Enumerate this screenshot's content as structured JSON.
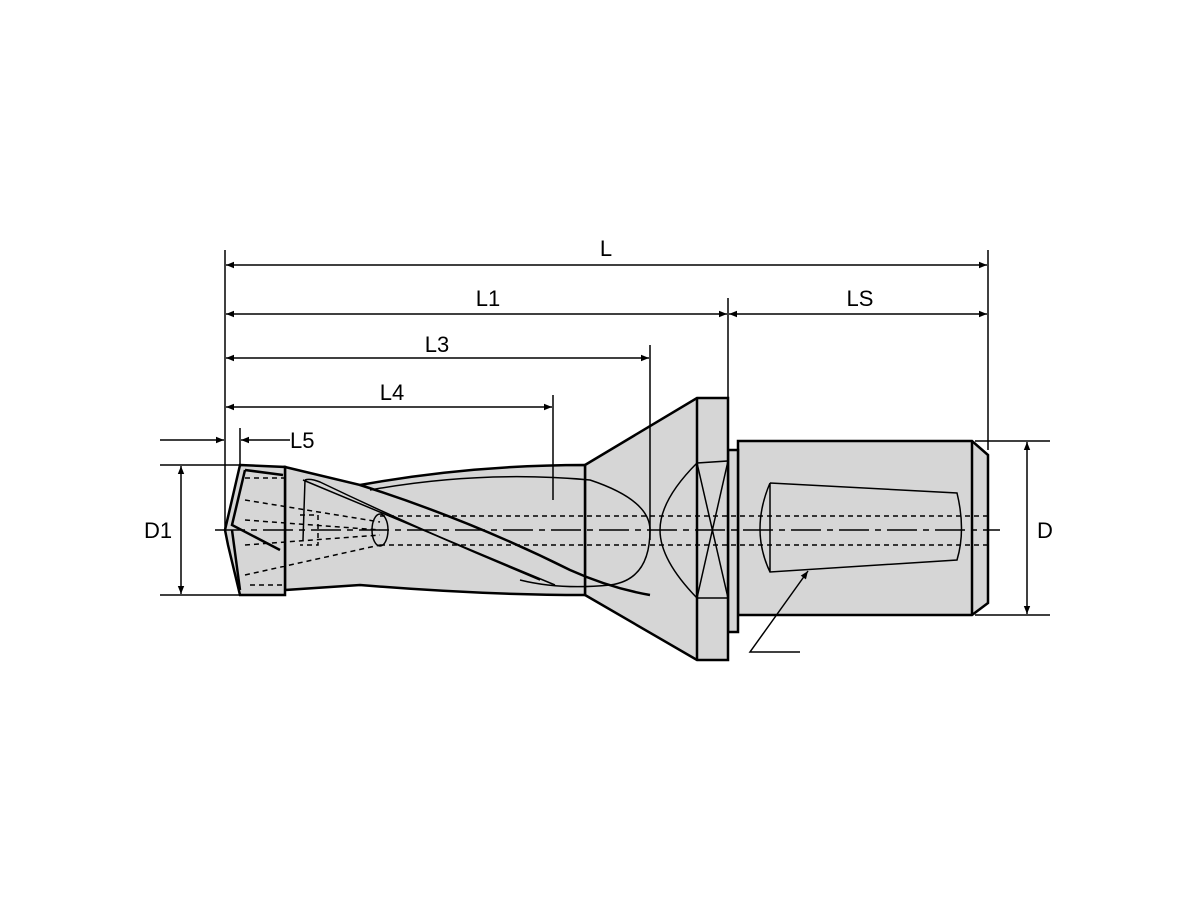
{
  "diagram": {
    "labels": {
      "L": "L",
      "L1": "L1",
      "LS": "LS",
      "L3": "L3",
      "L4": "L4",
      "L5": "L5",
      "D1": "D1",
      "D": "D"
    },
    "colors": {
      "body_fill": "#d6d6d6",
      "line": "#000000"
    }
  }
}
